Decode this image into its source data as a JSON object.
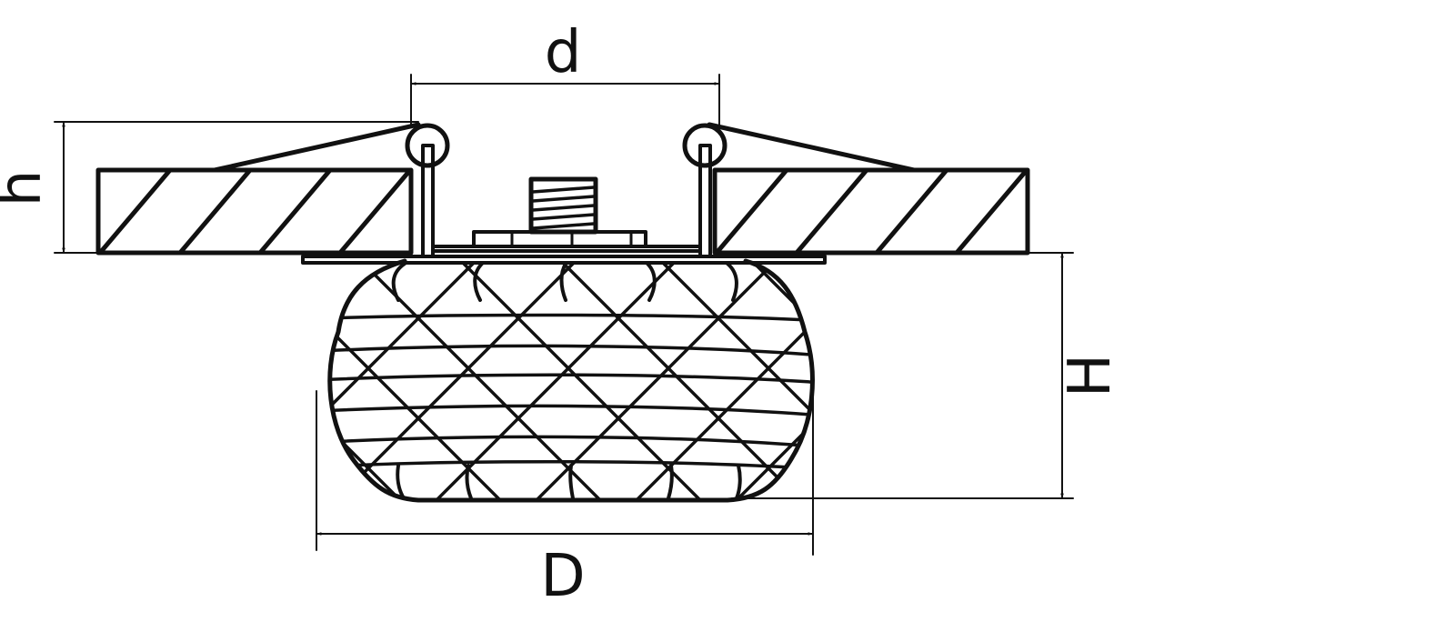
{
  "dimensions": {
    "d": "d",
    "D": "D",
    "h": "h",
    "H": "H"
  }
}
